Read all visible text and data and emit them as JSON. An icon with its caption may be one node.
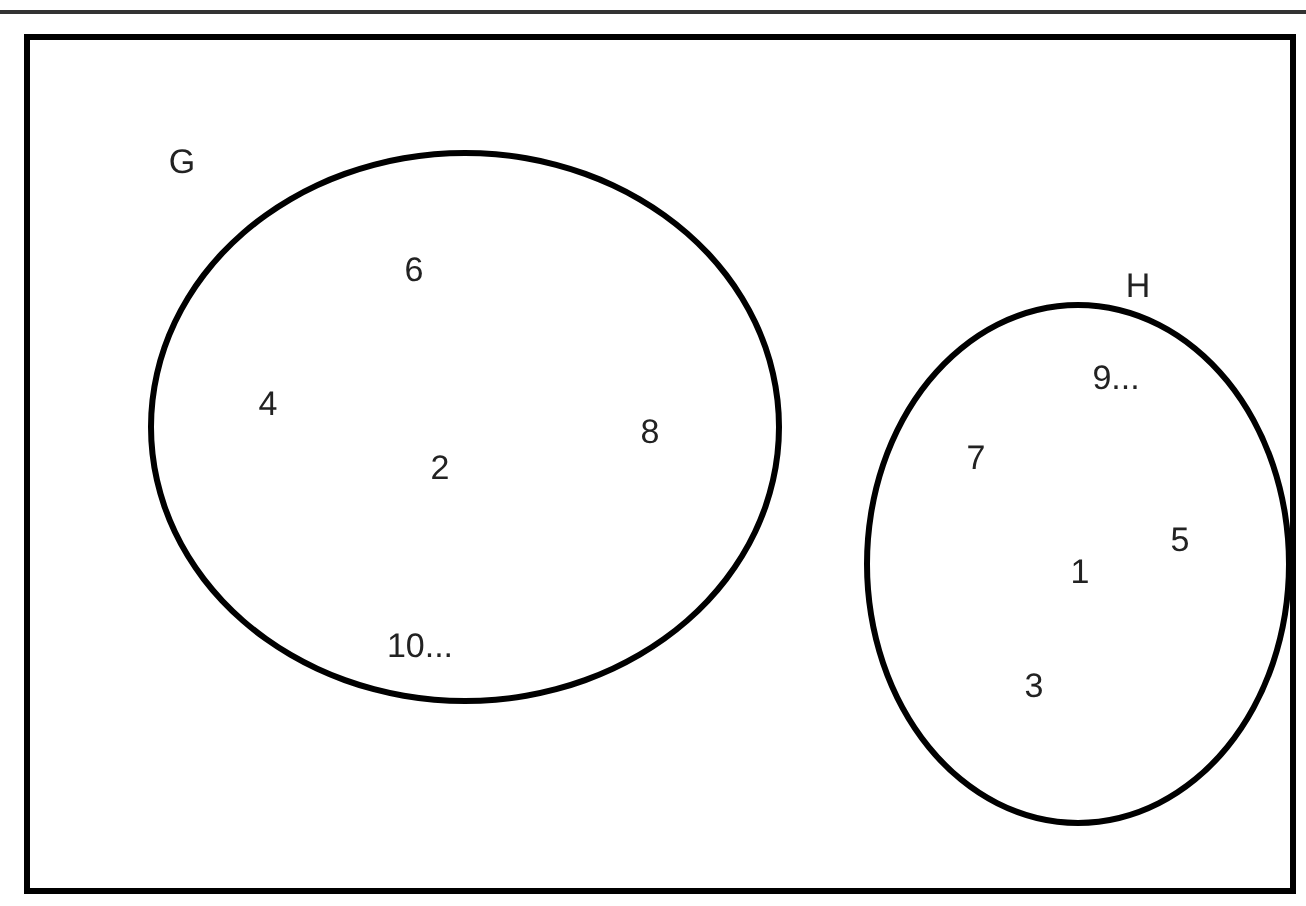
{
  "diagram": {
    "nodes": [
      {
        "text": [],
        "shape": "box"
      },
      {
        "text": [
          "G",
          "6",
          "4",
          "2",
          "8",
          "10..."
        ],
        "in": 0
      },
      {
        "text": [
          "H",
          "9...",
          "7",
          "1",
          "5",
          "3"
        ],
        "in": 0
      }
    ]
  }
}
